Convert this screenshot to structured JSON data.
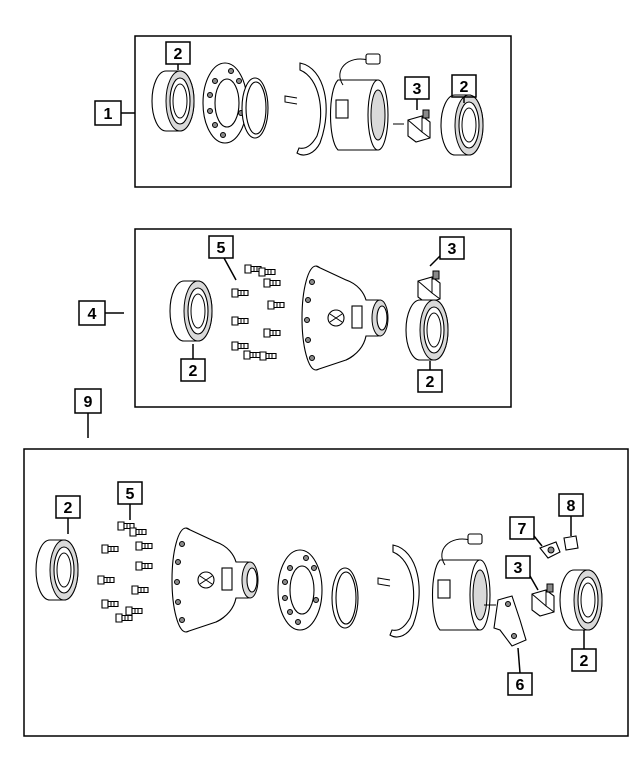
{
  "callouts": {
    "p1": "1",
    "p2": "2",
    "p3": "3",
    "p4": "4",
    "p5": "5",
    "p6": "6",
    "p7": "7",
    "p8": "8",
    "p9": "9"
  },
  "colors": {
    "line": "#000000",
    "shade": "#d9d9d9",
    "background": "#ffffff"
  }
}
